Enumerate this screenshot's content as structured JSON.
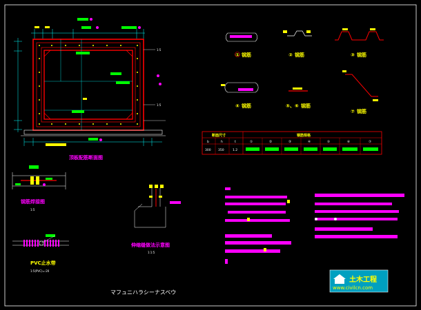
{
  "drawing": {
    "title": "マフュニハラシーナスベウ",
    "colors": {
      "background": "#000000",
      "frame": "#ffffff",
      "concrete": "#ff0000",
      "rebar": "#ffff00",
      "callout": "#00ff00",
      "note": "#ff00ff",
      "dimension": "#00ffff"
    }
  },
  "views": {
    "main_section_caption": "顶板配筋断面图",
    "left_detail_caption": "钢筋焊接图",
    "left_detail_scale": "1:5",
    "pvc_caption": "PVC止水带",
    "pvc_scale": "1:5(PVC)=:20",
    "joint_caption": "伸缩缝做法示意图",
    "joint_scale": "1:1:5"
  },
  "rebar_shapes": [
    {
      "number": "①",
      "label": "钢筋"
    },
    {
      "number": "②",
      "label": "钢筋"
    },
    {
      "number": "③",
      "label": "钢筋"
    },
    {
      "number": "④",
      "label": "钢筋"
    },
    {
      "number": "⑤、⑥",
      "label": "钢筋"
    },
    {
      "number": "⑦",
      "label": "钢筋"
    }
  ],
  "rebar_table": {
    "group_headers": [
      "断面尺寸",
      "钢筋规格"
    ],
    "sub_headers": [
      "b",
      "h",
      "t",
      "①",
      "②",
      "③",
      "④",
      "⑤",
      "⑥",
      "⑦"
    ],
    "row": [
      "300",
      "350",
      "1.2"
    ]
  },
  "logo": {
    "text": "土木工程",
    "url": "www.civilcn.com"
  }
}
